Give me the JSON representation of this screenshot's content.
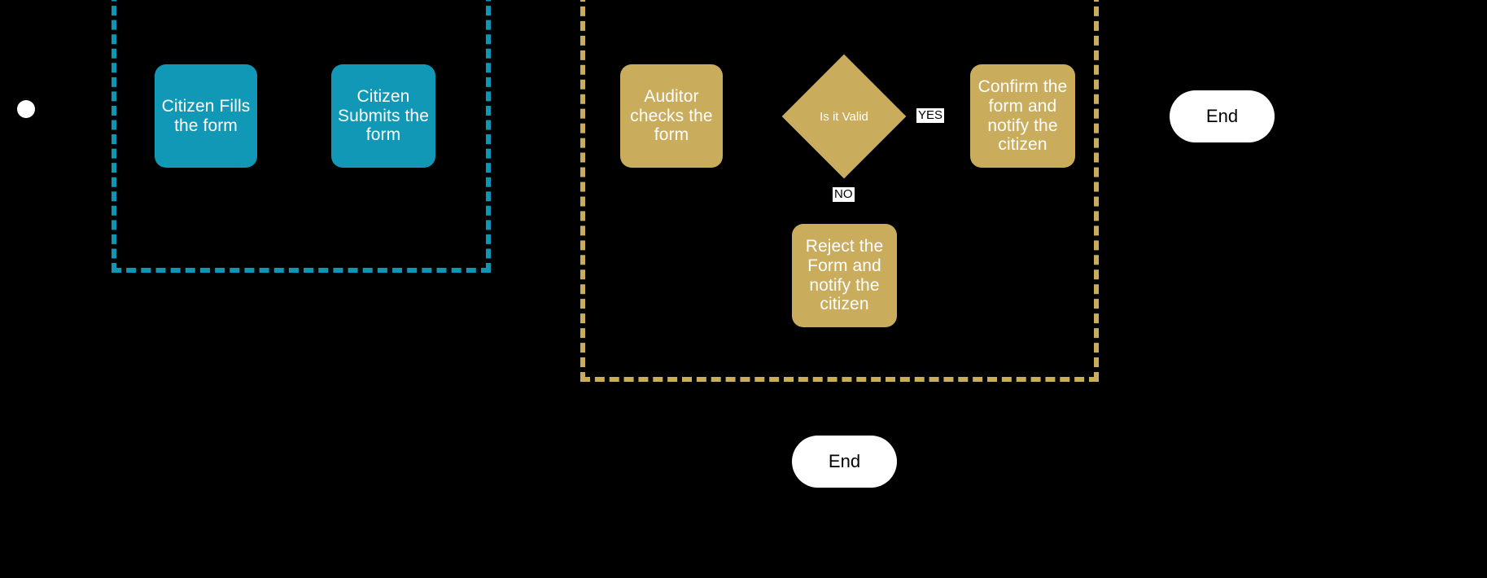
{
  "diagram": {
    "type": "flowchart",
    "background_color": "#000000",
    "lanes": [
      {
        "id": "citizen-lane",
        "label": "",
        "border_color": "#0E96B5",
        "border_style": "dashed"
      },
      {
        "id": "auditor-lane",
        "label": "",
        "border_color": "#C9AC5C",
        "border_style": "dashed"
      }
    ],
    "nodes": {
      "start": {
        "label": "",
        "shape": "circle",
        "color": "#FFFFFF"
      },
      "citizen_fills": {
        "label": "Citizen Fills the form",
        "shape": "rounded-rect",
        "color": "#1098B6"
      },
      "citizen_submits": {
        "label": "Citizen Submits the form",
        "shape": "rounded-rect",
        "color": "#1098B6"
      },
      "auditor_checks": {
        "label": "Auditor checks the form",
        "shape": "rounded-rect",
        "color": "#C9AC5C"
      },
      "is_valid": {
        "label": "Is it Valid",
        "shape": "diamond",
        "color": "#C9AC5C"
      },
      "confirm_form": {
        "label": "Confirm the form and notify the citizen",
        "shape": "rounded-rect",
        "color": "#C9AC5C"
      },
      "reject_form": {
        "label": "Reject the Form and notify the citizen",
        "shape": "rounded-rect",
        "color": "#C9AC5C"
      },
      "end_right": {
        "label": "End",
        "shape": "stadium",
        "color": "#FFFFFF"
      },
      "end_bottom": {
        "label": "End",
        "shape": "stadium",
        "color": "#FFFFFF"
      }
    },
    "edge_labels": {
      "yes": "YES",
      "no": "NO"
    }
  }
}
